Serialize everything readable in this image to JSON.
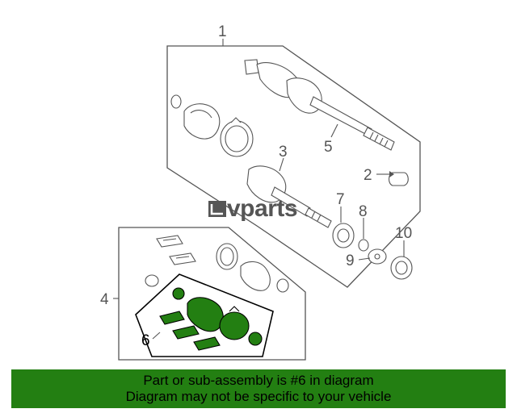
{
  "callouts": {
    "c1": "1",
    "c2": "2",
    "c3": "3",
    "c4": "4",
    "c5": "5",
    "c6": "6",
    "c7": "7",
    "c8": "8",
    "c9": "9",
    "c10": "10"
  },
  "watermark": {
    "text": "vparts"
  },
  "banner": {
    "line1": "Part or sub-assembly is #6 in diagram",
    "line2": "Diagram may not be specific to your vehicle"
  },
  "colors": {
    "highlight_fill": "#237f12",
    "banner_bg": "#237f12",
    "line_art": "#555555"
  }
}
